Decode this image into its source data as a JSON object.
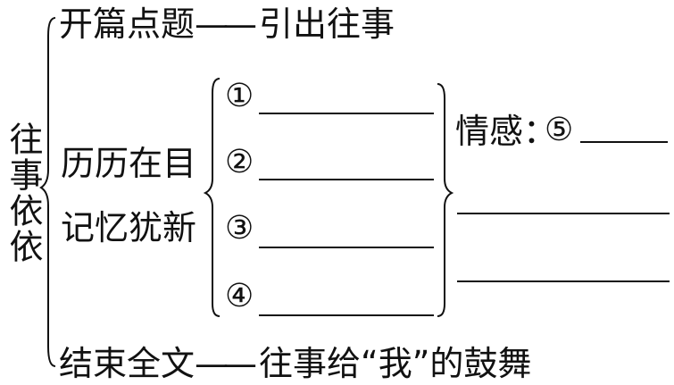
{
  "theme": "往事依依",
  "intro": {
    "part": "开篇点题",
    "dash": "——",
    "content": "引出往事"
  },
  "middle": {
    "part_line1": "历历在目",
    "part_line2": "记忆犹新",
    "items": [
      "①",
      "②",
      "③",
      "④"
    ]
  },
  "emotion": {
    "label": "情感：",
    "number": "⑤"
  },
  "ending": {
    "part": "结束全文",
    "dash": "——",
    "content": "往事给“我”的鼓舞"
  }
}
